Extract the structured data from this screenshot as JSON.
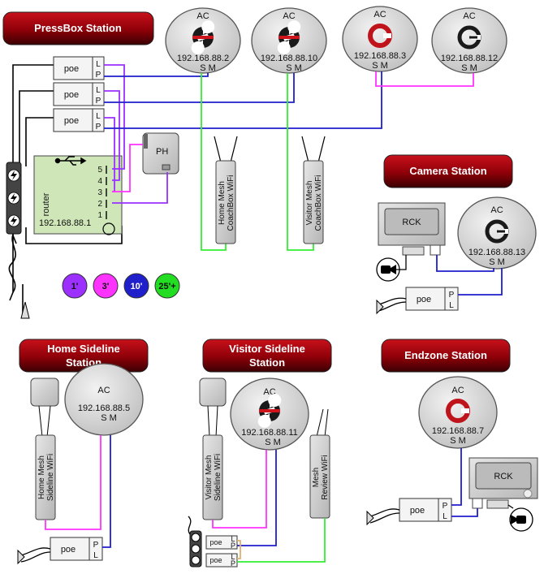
{
  "stations": {
    "pressbox": "PressBox Station",
    "camera": "Camera Station",
    "home_sideline": [
      "Home Sideline",
      "Station"
    ],
    "visitor_sideline": [
      "Visitor Sideline",
      "Station"
    ],
    "endzone": "Endzone Station"
  },
  "ac": {
    "label": "AC",
    "sm": "S M",
    "ips": {
      "ac1": "192.168.88.2",
      "ac2": "192.168.88.10",
      "ac3": "192.168.88.3",
      "ac4": "192.168.88.12",
      "camera": "192.168.88.13",
      "home": "192.168.88.5",
      "visitor": "192.168.88.11",
      "endzone": "192.168.88.7"
    }
  },
  "poe": {
    "label": "poe",
    "l": "L",
    "p": "P"
  },
  "router": {
    "label": "router",
    "ip": "192.168.88.1",
    "ports": [
      "5",
      "4",
      "3",
      "2",
      "1"
    ]
  },
  "ph": {
    "label": "PH"
  },
  "rck": {
    "label": "RCK"
  },
  "wifi": {
    "home_mesh_coachbox": [
      "Home Mesh",
      "CoachBox WiFi"
    ],
    "visitor_mesh_coachbox": [
      "Visitor Mesh",
      "CoachBox WiFi"
    ],
    "home_mesh_sideline": [
      "Home Mesh",
      "Sideline WiFi"
    ],
    "visitor_mesh_sideline": [
      "Visitor Mesh",
      "Sideline WiFi"
    ],
    "mesh_review": [
      "Mesh",
      "Review WiFi"
    ]
  },
  "legend": [
    {
      "label": "1'",
      "color": "#9b30ff"
    },
    {
      "label": "3'",
      "color": "#ff33ff"
    },
    {
      "label": "10'",
      "color": "#1f1fcc"
    },
    {
      "label": "25'+",
      "color": "#22dd22"
    }
  ],
  "colors": {
    "purple": "#9b30ff",
    "magenta": "#ff33ff",
    "blue": "#1f1fcc",
    "green": "#33ee33",
    "station_red": "#8b0000",
    "router_green": "#cfe6b8",
    "device_gray": "#cfcfcf"
  }
}
